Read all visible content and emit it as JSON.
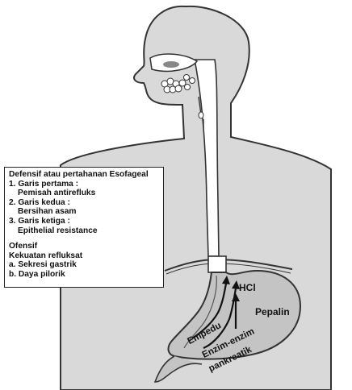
{
  "legend": {
    "defensive_title": "Defensif atau pertahanan Esofageal",
    "line1_title": "1. Garis pertama :",
    "line1_desc": "Pemisah antirefluks",
    "line2_title": "2. Garis kedua :",
    "line2_desc": "Bersihan asam",
    "line3_title": "3. Garis ketiga :",
    "line3_desc": "Epithelial resistance",
    "offensive_title": "Ofensif",
    "offensive_sub": "Kekuatan refluksat",
    "item_a": "a. Sekresi gastrik",
    "item_b": "b. Daya pilorik"
  },
  "labels": {
    "hcl": "HCl",
    "pepsin": "Pepalin",
    "bile": "Empedu",
    "enzymes_1": "Enzim-enzim",
    "enzymes_2": "pankreatik"
  },
  "colors": {
    "body_fill": "#d9d9d9",
    "stomach_fill": "#c4c4c4",
    "outline": "#333333"
  }
}
